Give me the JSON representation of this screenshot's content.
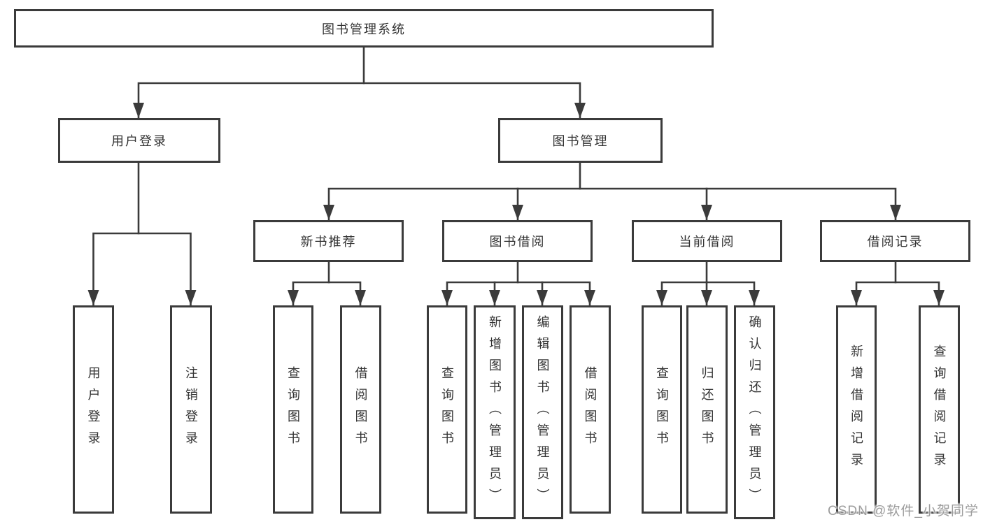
{
  "tree": {
    "label": "图书管理系统",
    "children": [
      {
        "label": "用户登录",
        "children": [
          {
            "label": "用户登录"
          },
          {
            "label": "注销登录"
          }
        ]
      },
      {
        "label": "图书管理",
        "children": [
          {
            "label": "新书推荐",
            "children": [
              {
                "label": "查询图书"
              },
              {
                "label": "借阅图书"
              }
            ]
          },
          {
            "label": "图书借阅",
            "children": [
              {
                "label": "查询图书"
              },
              {
                "label": "新增图书（管理员）"
              },
              {
                "label": "编辑图书（管理员）"
              },
              {
                "label": "借阅图书"
              }
            ]
          },
          {
            "label": "当前借阅",
            "children": [
              {
                "label": "查询图书"
              },
              {
                "label": "归还图书"
              },
              {
                "label": "确认归还（管理员）"
              }
            ]
          },
          {
            "label": "借阅记录",
            "children": [
              {
                "label": "新增借阅记录"
              },
              {
                "label": "查询借阅记录"
              }
            ]
          }
        ]
      }
    ]
  },
  "watermark": {
    "text": "CSDN @软件_小贺同学"
  },
  "colors": {
    "line": "#3b3b3b",
    "text": "#333333",
    "watermark": "#9c9c9c",
    "background": "#ffffff"
  }
}
